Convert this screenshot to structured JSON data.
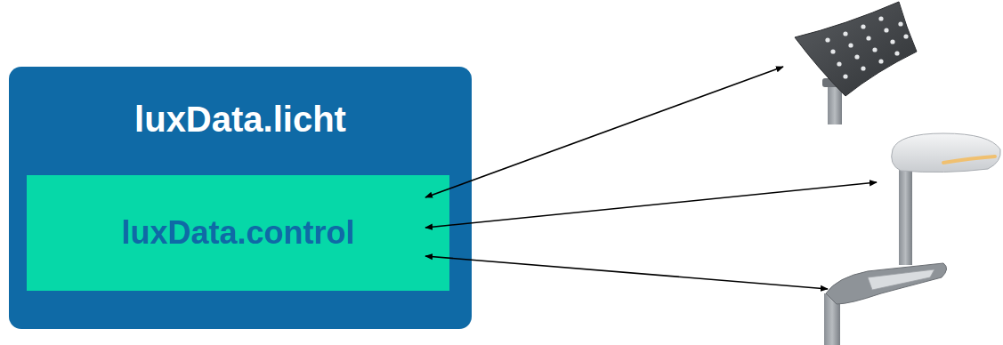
{
  "diagram": {
    "nodes": [
      {
        "text": [
          "luxData.licht"
        ]
      },
      {
        "text": [
          "luxData.control"
        ],
        "in": 0
      }
    ]
  }
}
